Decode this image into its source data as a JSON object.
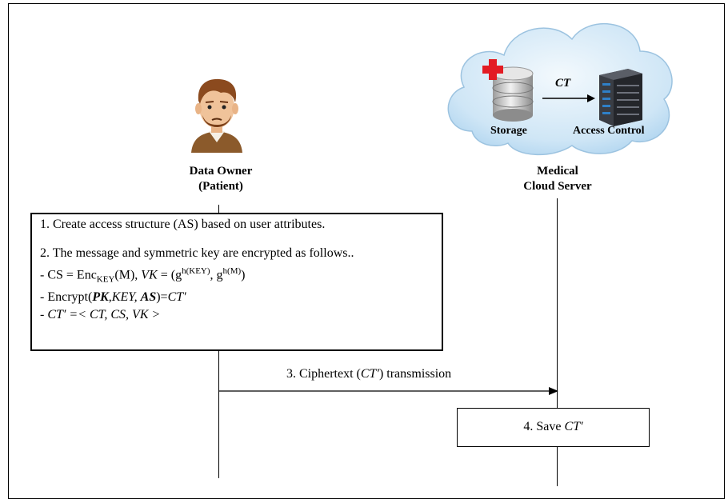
{
  "cloud": {
    "ct_label": "CT",
    "storage_label": "Storage",
    "access_control_label": "Access Control"
  },
  "actors": {
    "owner_line1": "Data Owner",
    "owner_line2": "(Patient)",
    "server_line1": "Medical",
    "server_line2": "Cloud Server"
  },
  "steps": {
    "step1": "1. Create access structure (AS) based on user attributes.",
    "step2": "2. The message and symmetric key are encrypted as follows..",
    "cs_prefix": " - CS = ",
    "cs_sub": "KEY",
    "cs_m": "(M), ",
    "vk_var": "VK",
    "vk_eq": " = (",
    "g_sup1": "h(KEY)",
    "g_sup2": "h(M)",
    "vk_close": ")",
    "enc_prefix": " - Encrypt(",
    "enc_pk": "PK",
    "enc_comma1": ",",
    "enc_key": "KEY, ",
    "enc_as": "AS",
    "enc_close": ")=",
    "enc_result": "CT′",
    "ct_prime": " - CT′ =< CT, CS, VK >",
    "step3_prefix": "3. Ciphertext (",
    "step3_ct": "CT′",
    "step3_suffix": ") transmission",
    "step4_prefix": "4. Save ",
    "step4_ct": "CT′"
  }
}
